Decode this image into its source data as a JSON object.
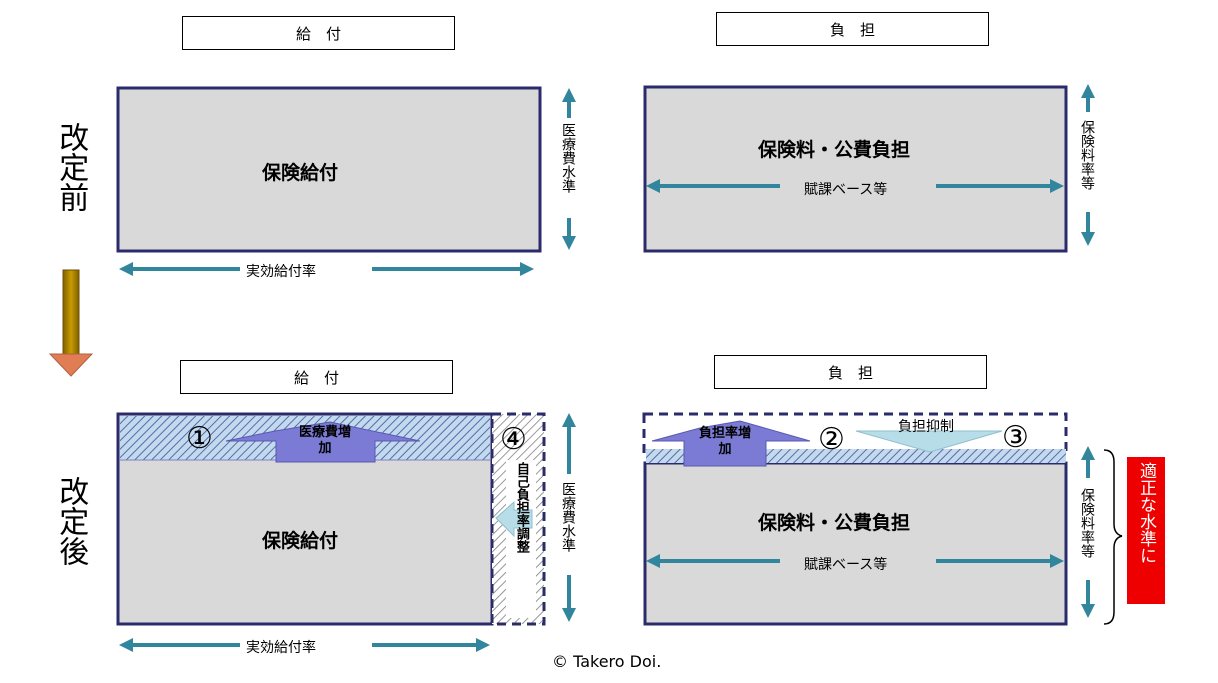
{
  "headers": {
    "benefit_label": "給　付",
    "burden_label": "負　担"
  },
  "rows": {
    "before_label": "改定前",
    "after_label": "改定後"
  },
  "boxes": {
    "insurance_benefit": "保険給付",
    "premium_public_burden": "保険料・公費負担"
  },
  "axes": {
    "medical_cost_level": "医療費水準",
    "premium_rate_etc": "保険料率等",
    "effective_benefit_rate": "実効給付率",
    "assessment_base_etc": "賦課ベース等"
  },
  "changes": {
    "medical_cost_increase": "医療費増加",
    "burden_rate_increase": "負担率増加",
    "burden_restraint": "負担抑制",
    "copay_rate_adjust": "自己負担率調整",
    "appropriate_level": "適正な水準に"
  },
  "markers": {
    "one": "①",
    "two": "②",
    "three": "③",
    "four": "④"
  },
  "colors": {
    "box_fill": "#d9d9d9",
    "box_border": "#2b2b6b",
    "axis_arrow": "#31859c",
    "change_arrow": "#7b7bd6",
    "restraint_arrow": "#b7dde8",
    "transition_arrow": "#b38600",
    "highlight_red": "#ee0000"
  },
  "copyright": "© Takero Doi."
}
